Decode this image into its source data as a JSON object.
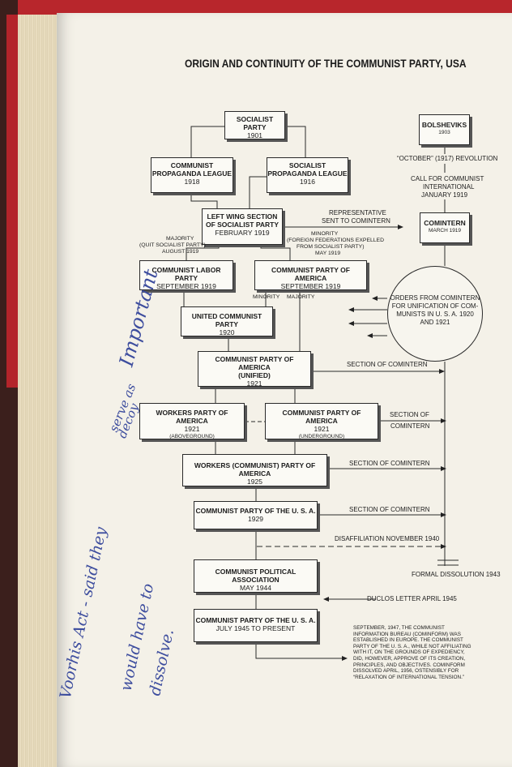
{
  "title": "ORIGIN AND CONTINUITY OF THE COMMUNIST PARTY, USA",
  "boxes": {
    "socialist_party": {
      "name": "SOCIALIST PARTY",
      "date": "1901"
    },
    "bolsheviks": {
      "name": "BOLSHEVIKS",
      "date": "1903"
    },
    "cpl": {
      "name1": "COMMUNIST",
      "name2": "PROPAGANDA LEAGUE",
      "date": "1918"
    },
    "spl": {
      "name1": "SOCIALIST",
      "name2": "PROPAGANDA LEAGUE",
      "date": "1916"
    },
    "left_wing": {
      "name1": "LEFT WING SECTION",
      "name2": "OF SOCIALIST PARTY",
      "date": "FEBRUARY 1919"
    },
    "comintern": {
      "name": "COMINTERN",
      "date": "MARCH 1919"
    },
    "clp": {
      "name": "COMMUNIST LABOR PARTY",
      "date": "SEPTEMBER 1919"
    },
    "cpa1919": {
      "name": "COMMUNIST PARTY OF AMERICA",
      "date": "SEPTEMBER 1919"
    },
    "ucp": {
      "name": "UNITED COMMUNIST PARTY",
      "date": "1920"
    },
    "cpa_unified": {
      "name": "COMMUNIST PARTY OF AMERICA",
      "sub": "(UNIFIED)",
      "date": "1921"
    },
    "wpa": {
      "name": "WORKERS PARTY OF AMERICA",
      "date": "1921",
      "sub": "(ABOVEGROUND)"
    },
    "cpa_under": {
      "name": "COMMUNIST PARTY OF AMERICA",
      "date": "1921",
      "sub": "(UNDERGROUND)"
    },
    "wcpa": {
      "name": "WORKERS (COMMUNIST) PARTY OF AMERICA",
      "date": "1925"
    },
    "cpusa1929": {
      "name": "COMMUNIST PARTY OF THE U. S. A.",
      "date": "1929"
    },
    "cpa1944": {
      "name": "COMMUNIST POLITICAL ASSOCIATION",
      "date": "MAY 1944"
    },
    "cpusa1945": {
      "name": "COMMUNIST PARTY OF THE U. S. A.",
      "date": "JULY 1945 TO PRESENT"
    }
  },
  "labels": {
    "october": "“OCTOBER” (1917) REVOLUTION",
    "call1": "CALL FOR COMMUNIST",
    "call2": "INTERNATIONAL",
    "call3": "JANUARY 1919",
    "rep1": "REPRESENTATIVE",
    "rep2": "SENT TO COMINTERN",
    "maj1": "MAJORITY",
    "maj2": "(QUIT SOCIALIST PARTY)",
    "maj3": "AUGUST 1919",
    "min1": "MINORITY",
    "min2": "(FOREIGN FEDERATIONS EXPELLED",
    "min3": "FROM SOCIALIST PARTY)",
    "min4": "MAY 1919",
    "minority": "MINORITY",
    "majority": "MAJORITY",
    "orders1": "ORDERS FROM COMINTERN",
    "orders2": "FOR UNIFICATION OF COM-",
    "orders3": "MUNISTS IN U. S. A. 1920",
    "orders4": "AND 1921",
    "sec1": "SECTION OF COMINTERN",
    "sec2a": "SECTION OF",
    "sec2b": "COMINTERN",
    "sec3": "SECTION OF COMINTERN",
    "sec4": "SECTION OF COMINTERN",
    "disaff": "DISAFFILIATION NOVEMBER 1940",
    "formal": "FORMAL DISSOLUTION 1943",
    "duclos": "DUCLOS LETTER APRIL 1945",
    "note": "SEPTEMBER, 1947, THE COMMUNIST INFORMATION BUREAU (COMINFORM) WAS ESTABLISHED IN EUROPE. THE COMMUNIST PARTY OF THE U. S. A., WHILE NOT AFFILIATING WITH IT, ON THE GROUNDS OF EXPEDIENCY, DID, HOWEVER, APPROVE OF ITS CREATION, PRINCIPLES, AND OBJECTIVES. COMINFORM DISSOLVED APRIL, 1956, OSTENSIBLY FOR “RELAXATION OF INTERNATIONAL TENSION.”"
  },
  "handwriting": {
    "important": "Important",
    "decoy1": "serve as",
    "decoy2": "decoy",
    "voorhis1": "Voorhis Act - said they",
    "voorhis2": "would have to",
    "voorhis3": "dissolve."
  }
}
